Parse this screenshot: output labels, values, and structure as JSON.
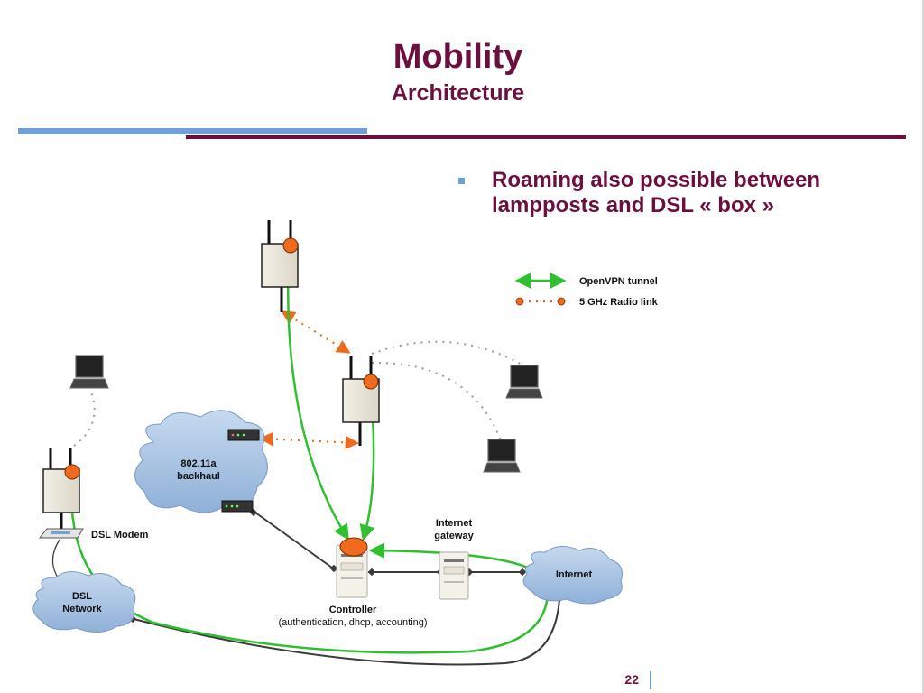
{
  "slide": {
    "title": "Mobility",
    "subtitle": "Architecture",
    "bullet": "Roaming also possible between lampposts and DSL « box »",
    "page_number": "22"
  },
  "legend": {
    "openvpn": "OpenVPN tunnel",
    "radio": "5 GHz Radio link"
  },
  "diagram": {
    "cloud_backhaul_line1": "802.11a",
    "cloud_backhaul_line2": "backhaul",
    "dsl_modem": "DSL Modem",
    "dsl_network_line1": "DSL",
    "dsl_network_line2": "Network",
    "internet": "Internet",
    "gateway_line1": "Internet",
    "gateway_line2": "gateway",
    "controller": "Controller",
    "controller_detail": "(authentication, dhcp, accounting)"
  },
  "colors": {
    "title": "#6b0f3f",
    "accent_blue": "#6fa0d8",
    "tunnel_green": "#2fbf2f",
    "radio_orange": "#f06a1e",
    "cloud": "#a8c4e4"
  }
}
